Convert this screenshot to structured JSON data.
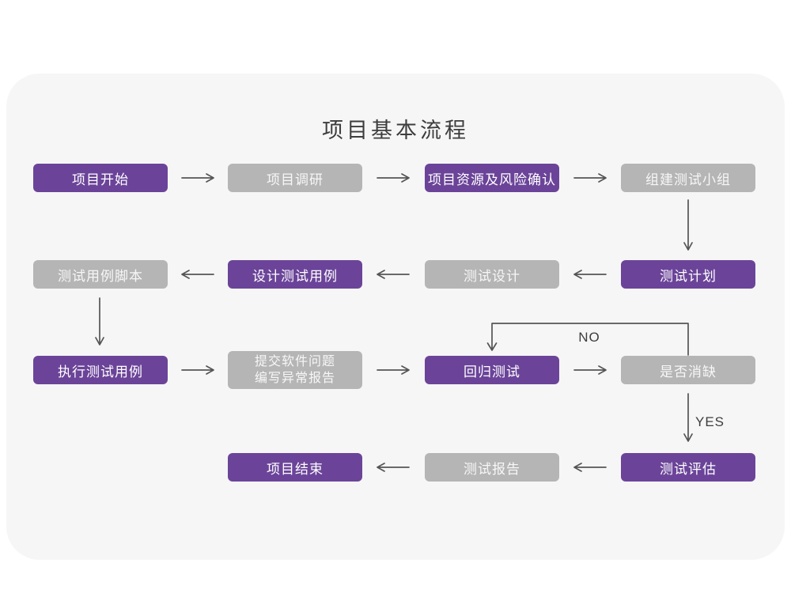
{
  "title": "项目基本流程",
  "colors": {
    "card_background": "#f6f6f6",
    "node_purple": "#6b4499",
    "node_gray": "#b5b5b5",
    "arrow": "#555555",
    "text_dark": "#3d3d3d"
  },
  "edge_labels": {
    "no": "NO",
    "yes": "YES"
  },
  "nodes": [
    {
      "label": "项目开始"
    },
    {
      "label": "项目调研"
    },
    {
      "label": "项目资源及风险确认"
    },
    {
      "label": "组建测试小组"
    },
    {
      "label": "测试用例脚本"
    },
    {
      "label": "设计测试用例"
    },
    {
      "label": "测试设计"
    },
    {
      "label": "测试计划"
    },
    {
      "label": "执行测试用例"
    },
    {
      "label": "提交软件问题\n编写异常报告"
    },
    {
      "label": "回归测试"
    },
    {
      "label": "是否消缺"
    },
    {
      "label": "项目结束"
    },
    {
      "label": "测试报告"
    },
    {
      "label": "测试评估"
    }
  ]
}
